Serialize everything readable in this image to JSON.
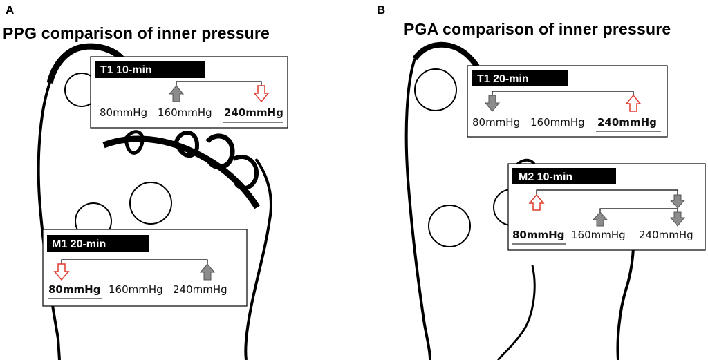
{
  "panels": [
    {
      "letter": "A",
      "title": "PPG comparison of inner pressure",
      "boxes": [
        {
          "label": "T1 10-min",
          "pressures": [
            "80mmHg",
            "160mmHg",
            "240mmHg"
          ],
          "emphasized": "240mmHg",
          "arrows": [
            {
              "at": "160mmHg",
              "direction": "up",
              "color": "gray"
            },
            {
              "at": "240mmHg",
              "direction": "down",
              "color": "red"
            }
          ]
        },
        {
          "label": "M1 20-min",
          "pressures": [
            "80mmHg",
            "160mmHg",
            "240mmHg"
          ],
          "emphasized": "80mmHg",
          "arrows": [
            {
              "at": "80mmHg",
              "direction": "down",
              "color": "red"
            },
            {
              "at": "240mmHg",
              "direction": "up",
              "color": "gray"
            }
          ]
        }
      ]
    },
    {
      "letter": "B",
      "title": "PGA comparison of inner pressure",
      "boxes": [
        {
          "label": "T1 20-min",
          "pressures": [
            "80mmHg",
            "160mmHg",
            "240mmHg"
          ],
          "emphasized": "240mmHg",
          "arrows": [
            {
              "at": "80mmHg",
              "direction": "down",
              "color": "gray"
            },
            {
              "at": "240mmHg",
              "direction": "up",
              "color": "red"
            }
          ]
        },
        {
          "label": "M2 10-min",
          "pressures": [
            "80mmHg",
            "160mmHg",
            "240mmHg"
          ],
          "emphasized": "80mmHg",
          "arrows": [
            {
              "at": "80mmHg",
              "direction": "up",
              "color": "red"
            },
            {
              "at": "160mmHg",
              "direction": "up",
              "color": "gray"
            },
            {
              "at": "240mmHg",
              "direction": "down",
              "color": "gray"
            },
            {
              "at": "240mmHg",
              "direction": "down",
              "color": "gray"
            }
          ]
        }
      ]
    }
  ],
  "colors": {
    "arrow_gray": "#8c8c8c",
    "arrow_red": "#e03a2f",
    "label_bg": "#000000",
    "outline": "#000000"
  }
}
